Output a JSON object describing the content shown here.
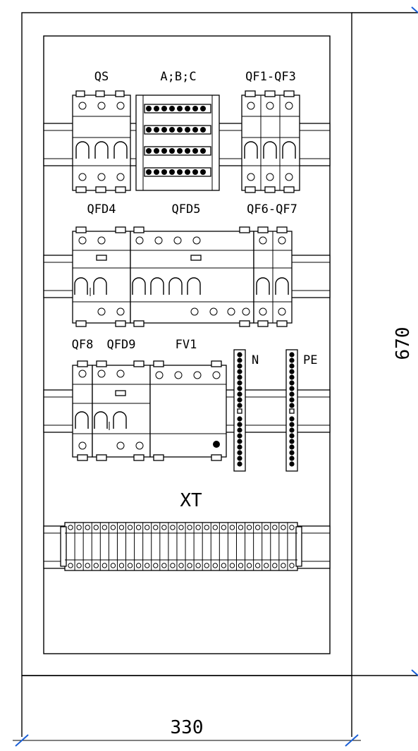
{
  "labels": {
    "qs": "QS",
    "abc": "A;B;C",
    "qf1_qf3": "QF1-QF3",
    "qfd4": "QFD4",
    "qfd5": "QFD5",
    "qf6_qf7": "QF6-QF7",
    "qf8": "QF8",
    "qfd9": "QFD9",
    "fv1": "FV1",
    "n": "N",
    "pe": "PE",
    "xt": "XT"
  },
  "dimensions": {
    "width": "330",
    "height": "670"
  },
  "colors": {
    "line": "#000000",
    "dim_tick": "#1a5fd6",
    "background": "#ffffff"
  }
}
